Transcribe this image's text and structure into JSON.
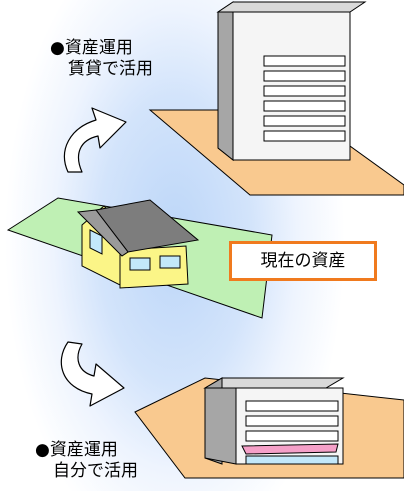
{
  "labels": {
    "top": {
      "bullet": "●",
      "line1": "資産運用",
      "line2": "賃貸で活用"
    },
    "bottom": {
      "bullet": "●",
      "line1": "資産運用",
      "line2": "自分で活用"
    },
    "current_asset": "現在の資産"
  },
  "icons": {
    "top_building": "office-building-icon",
    "house": "house-icon",
    "bottom_building": "garage-building-icon",
    "arrow_up": "curved-arrow-up-icon",
    "arrow_down": "curved-arrow-down-icon"
  },
  "colors": {
    "lot_orange": "#f9c98f",
    "lot_green": "#bff0b4",
    "house_wall": "#fbf587",
    "roof": "#7d7d7d",
    "window": "#c3e8fa",
    "label_border": "#f07a1e",
    "shutter_pink": "#f5a0c8"
  }
}
